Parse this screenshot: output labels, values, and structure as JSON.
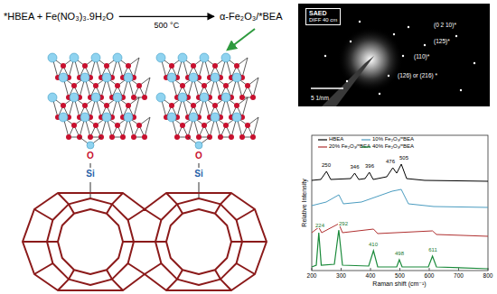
{
  "diagram": {
    "nodes": [
      {
        "text": [
          "*HBEA + Fe(NO₃)₃.9H₂O"
        ]
      },
      {
        "text": [
          "α-Fe₂O₃/*BEA"
        ]
      },
      {
        "text": [
          "(0 2 10)*",
          "(125)*",
          "(110)*",
          "(126) or (216) *",
          "5 1/nm"
        ]
      },
      {
        "text": [
          "SAED",
          "DIFF 40 cm"
        ],
        "in": 2
      }
    ],
    "edges": [
      {
        "from": 0,
        "to": 1,
        "arrow": "to",
        "label": "500 °C"
      }
    ],
    "labels": [
      "O",
      "O",
      "Si",
      "Si",
      "Relative Intensity",
      "Raman shift (cm⁻¹)",
      "200",
      "300",
      "400",
      "500",
      "600",
      "700",
      "800",
      "250",
      "346",
      "396",
      "476",
      "505",
      "224",
      "292",
      "410",
      "498",
      "611"
    ],
    "legend": [
      {
        "text": "HBEA"
      },
      {
        "text": "10% Fe₂O₃/*BEA"
      },
      {
        "text": "20% Fe₂O₃/*BEA"
      },
      {
        "text": "40% Fe₂O₃/*BEA"
      }
    ]
  }
}
